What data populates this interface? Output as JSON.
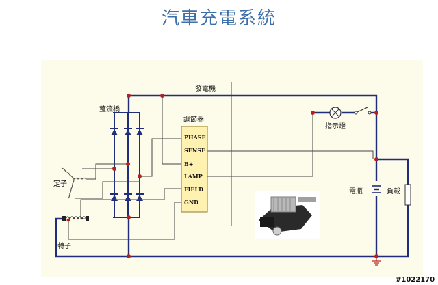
{
  "title": "汽車充電系統",
  "labels": {
    "alternator": "發電機",
    "rectifier": "整流橋",
    "regulator": "調節器",
    "stator": "定子",
    "rotor": "轉子",
    "indicator": "指示燈",
    "battery": "電瓶",
    "load": "負載"
  },
  "regulator_terminals": [
    "PHASE",
    "SENSE",
    "B+",
    "LAMP",
    "FIELD",
    "GND"
  ],
  "watermark": "#1022170",
  "colors": {
    "wire": "#1f2d7a",
    "thin_wire": "#444444",
    "node": "#b52020",
    "background_panel": "#fdfbe9",
    "regulator_fill": "#fff2b0",
    "diode": "#1f2d7a",
    "title": "#3d6fa8"
  }
}
